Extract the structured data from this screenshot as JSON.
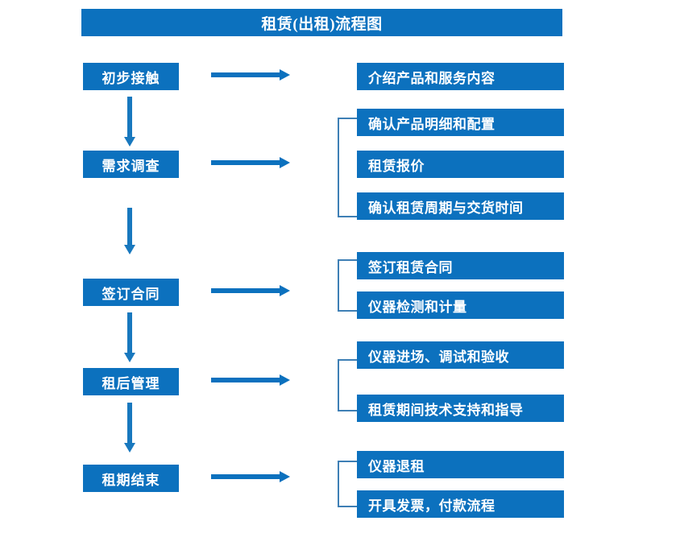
{
  "diagram": {
    "title": "租赁(出租)流程图",
    "accent_color": "#0C71BE",
    "bracket_color": "#3E7FB5",
    "arrow_color": "#1878BE",
    "stages": [
      {
        "label": "初步接触",
        "details": [
          "介绍产品和服务内容"
        ]
      },
      {
        "label": "需求调查",
        "details": [
          "确认产品明细和配置",
          "租赁报价",
          "确认租赁周期与交货时间"
        ]
      },
      {
        "label": "签订合同",
        "details": [
          "签订租赁合同",
          "仪器检测和计量"
        ]
      },
      {
        "label": "租后管理",
        "details": [
          "仪器进场、调试和验收",
          "租赁期间技术支持和指导"
        ]
      },
      {
        "label": "租期结束",
        "details": [
          "仪器退租",
          "开具发票，付款流程"
        ]
      }
    ],
    "connectors": {
      "horizontal_arrow": "right-arrow-icon",
      "vertical_arrow": "down-arrow-icon",
      "group_bracket": "left-bracket-icon"
    }
  }
}
